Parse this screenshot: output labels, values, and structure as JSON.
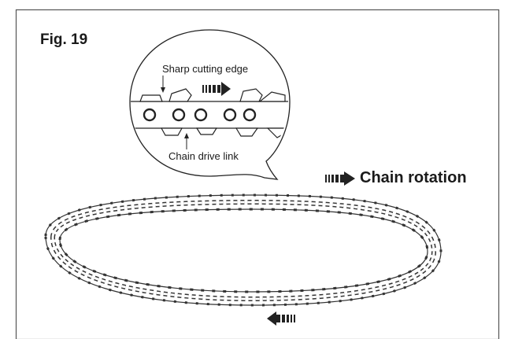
{
  "figure": {
    "title": "Fig. 19",
    "callout": {
      "top_label": "Sharp cutting edge",
      "bottom_label": "Chain drive link"
    },
    "rotation_label": "Chain rotation"
  },
  "colors": {
    "ink": "#1a1a1a",
    "border": "#555555",
    "fill": "#ffffff"
  },
  "icons": [
    "arrow-right-icon",
    "arrow-left-icon",
    "pointer-arrow-icon"
  ]
}
